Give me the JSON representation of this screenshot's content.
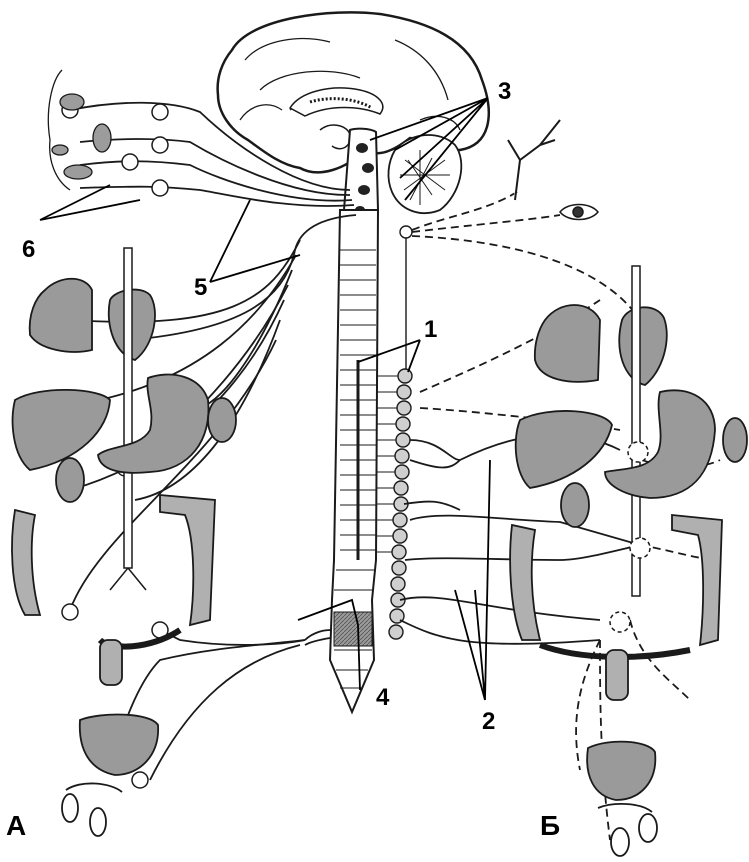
{
  "labels": {
    "n1": "1",
    "n2": "2",
    "n3": "3",
    "n4": "4",
    "n5": "5",
    "n6": "6",
    "side_a": "А",
    "side_b": "Б"
  },
  "colors": {
    "ink": "#1a1a1a",
    "organ_fill": "#8c8c8c",
    "organ_light": "#c8c8c8",
    "background": "#ffffff"
  }
}
